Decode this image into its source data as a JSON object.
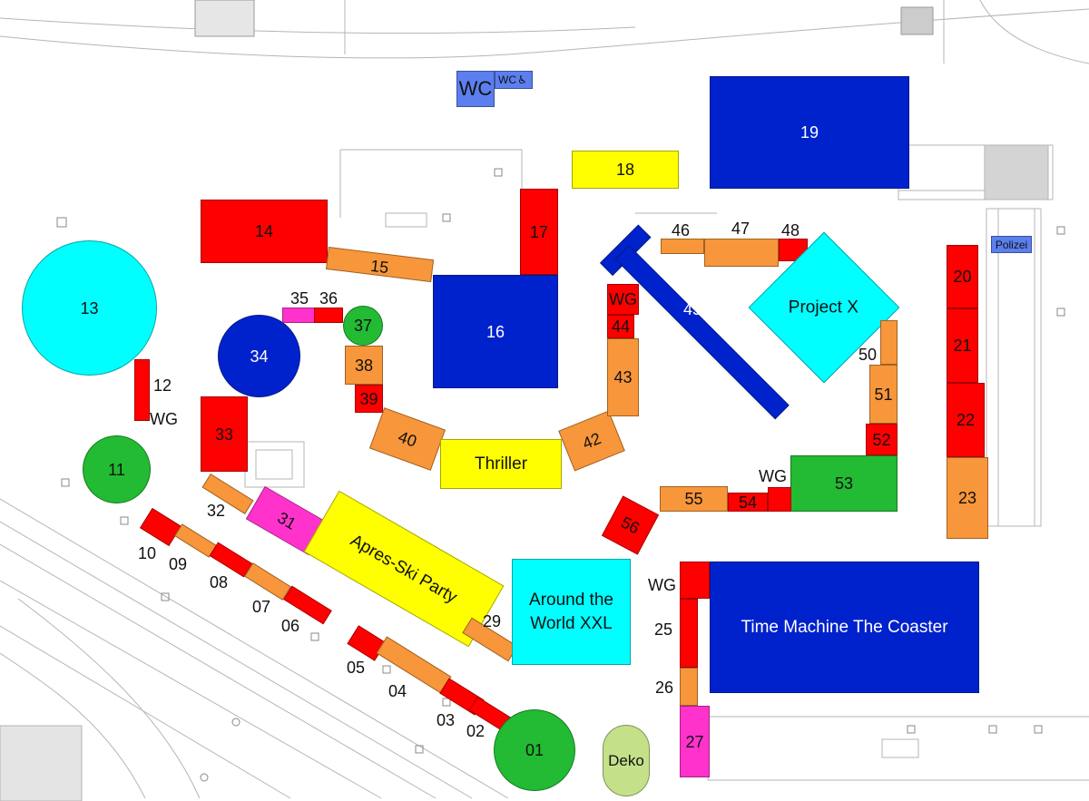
{
  "colors": {
    "red": "#ff0000",
    "orange": "#f7963a",
    "yellow": "#ffff00",
    "blue": "#0022cc",
    "cyan": "#00ffff",
    "green": "#22bb33",
    "magenta": "#ff33cc",
    "light_blue": "#5b7fee",
    "pale_green": "#c4e18a"
  },
  "facilities": {
    "wc_large": "WC",
    "wc_small": "WC",
    "accessible_icon": "wheelchair-icon",
    "police": "Polizei"
  },
  "booths": {
    "b01": "01",
    "b02": "02",
    "b03": "03",
    "b04": "04",
    "b05": "05",
    "b06": "06",
    "b07": "07",
    "b08": "08",
    "b09": "09",
    "b10": "10",
    "b11": "11",
    "b12": "12",
    "b13": "13",
    "b14": "14",
    "b15": "15",
    "b16": "16",
    "b17": "17",
    "b18": "18",
    "b19": "19",
    "b20": "20",
    "b21": "21",
    "b22": "22",
    "b23": "23",
    "b25": "25",
    "b26": "26",
    "b27": "27",
    "b29": "29",
    "b31": "31",
    "b32": "32",
    "b33": "33",
    "b34": "34",
    "b35": "35",
    "b36": "36",
    "b37": "37",
    "b38": "38",
    "b39": "39",
    "b40": "40",
    "b42": "42",
    "b43": "43",
    "b44": "44",
    "b45": "45",
    "b46": "46",
    "b47": "47",
    "b48": "48",
    "b50": "50",
    "b51": "51",
    "b52": "52",
    "b53": "53",
    "b54": "54",
    "b55": "55",
    "b56": "56"
  },
  "rides": {
    "thriller": "Thriller",
    "apres_ski": "Apres-Ski Party",
    "project_x": "Project X",
    "around_world_1": "Around the",
    "around_world_2": "World XXL",
    "time_machine": "Time Machine The Coaster",
    "deko": "Deko"
  },
  "wg": "WG"
}
